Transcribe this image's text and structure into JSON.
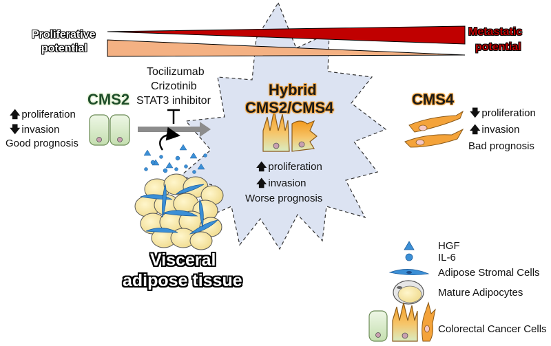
{
  "gradient": {
    "left_label_line1": "Proliferative",
    "left_label_line2": "potential",
    "right_label_line1": "Metastatic",
    "right_label_line2": "potential",
    "red_color": "#c00000",
    "peach_color": "#f4b183"
  },
  "drugs": {
    "line1": "Tocilizumab",
    "line2": "Crizotinib",
    "line3": "STAT3 inhibitor"
  },
  "cms2": {
    "title": "CMS2",
    "proliferation": "proliferation",
    "invasion": "invasion",
    "prognosis": "Good prognosis",
    "proliferation_arrow": "up-arrow-icon",
    "invasion_arrow": "down-arrow-icon"
  },
  "hybrid": {
    "title_line1": "Hybrid",
    "title_line2": "CMS2/CMS4",
    "proliferation": "proliferation",
    "invasion": "invasion",
    "prognosis": "Worse prognosis",
    "background_color": "#dce3f2"
  },
  "cms4": {
    "title": "CMS4",
    "proliferation": "proliferation",
    "invasion": "invasion",
    "prognosis": "Bad prognosis",
    "proliferation_arrow": "down-arrow-icon",
    "invasion_arrow": "up-arrow-icon"
  },
  "tissue": {
    "label_line1": "Visceral",
    "label_line2": "adipose tissue"
  },
  "legend": {
    "hgf": "HGF",
    "il6": "IL-6",
    "stromal": "Adipose Stromal Cells",
    "adipocytes": "Mature Adipocytes",
    "cancer": "Colorectal Cancer Cells"
  }
}
